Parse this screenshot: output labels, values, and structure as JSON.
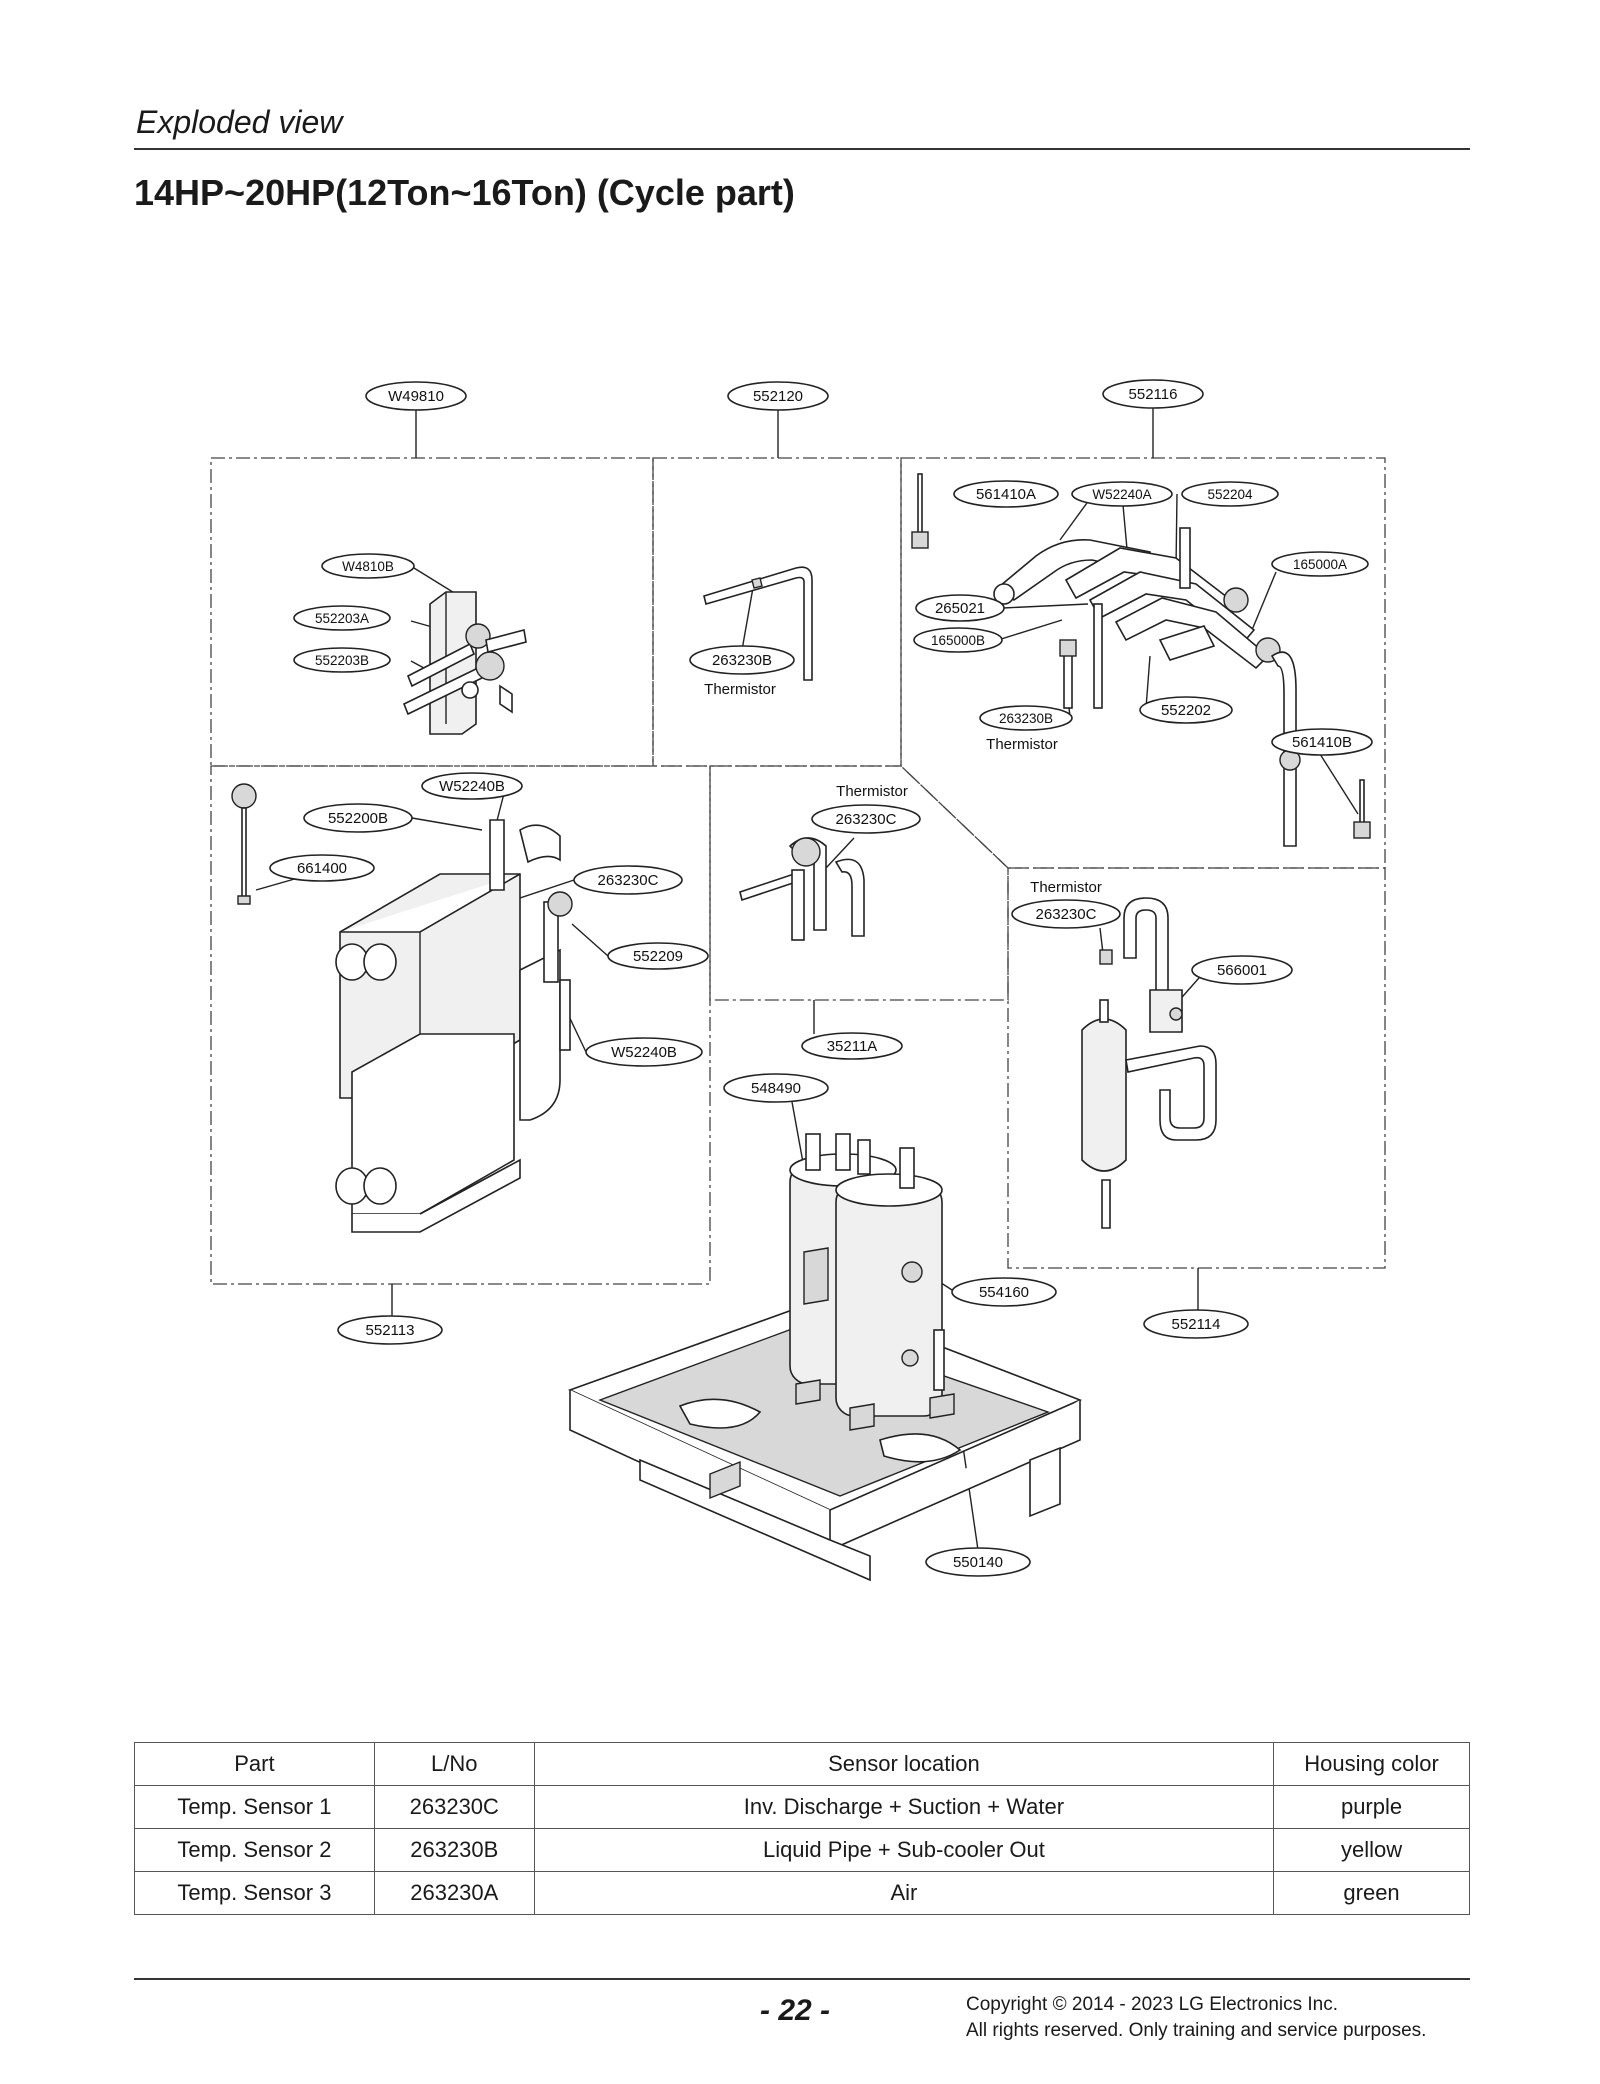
{
  "header": {
    "section_label": "Exploded view",
    "title": "14HP~20HP(12Ton~16Ton) (Cycle part)"
  },
  "diagram": {
    "callouts": {
      "w49810": "W49810",
      "c552120": "552120",
      "c552116": "552116",
      "w4810b": "W4810B",
      "c552203a": "552203A",
      "c552203b": "552203B",
      "t263230b_a": "263230B",
      "thermistor_a": "Thermistor",
      "c561410a": "561410A",
      "w52240a": "W52240A",
      "c552204": "552204",
      "c165000a": "165000A",
      "c265021": "265021",
      "c165000b": "165000B",
      "t263230b_b": "263230B",
      "thermistor_b": "Thermistor",
      "c552202": "552202",
      "c561410b": "561410B",
      "w52240b_top": "W52240B",
      "c552200b": "552200B",
      "c661400": "661400",
      "t263230c_a": "263230C",
      "c552209": "552209",
      "w52240b_bottom": "W52240B",
      "thermistor_c": "Thermistor",
      "t263230c_b": "263230C",
      "thermistor_d": "Thermistor",
      "t263230c_c": "263230C",
      "c566001": "566001",
      "c35211a": "35211A",
      "c548490": "548490",
      "c554160": "554160",
      "c552114": "552114",
      "c552113": "552113",
      "c550140": "550140"
    }
  },
  "table": {
    "headers": [
      "Part",
      "L/No",
      "Sensor location",
      "Housing color"
    ],
    "rows": [
      [
        "Temp. Sensor 1",
        "263230C",
        "Inv. Discharge + Suction + Water",
        "purple"
      ],
      [
        "Temp. Sensor 2",
        "263230B",
        "Liquid Pipe + Sub-cooler Out",
        "yellow"
      ],
      [
        "Temp. Sensor 3",
        "263230A",
        "Air",
        "green"
      ]
    ]
  },
  "footer": {
    "page_number": "- 22 -",
    "copyright_line1": "Copyright © 2014 - 2023 LG Electronics Inc.",
    "copyright_line2": "All rights reserved. Only training and service purposes."
  }
}
